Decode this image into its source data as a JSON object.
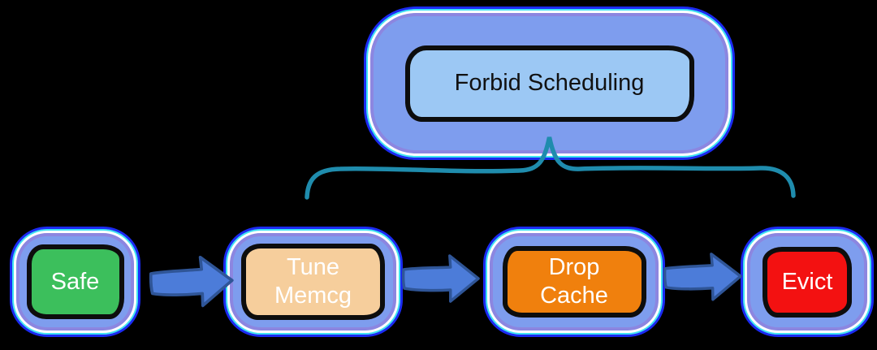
{
  "diagram": {
    "title_box": {
      "label": "Forbid Scheduling",
      "fill": "#9CC8F4"
    },
    "stages": [
      {
        "id": "safe",
        "label": "Safe",
        "fill": "#3CBF5C"
      },
      {
        "id": "tune-memcg",
        "label": "Tune\nMemcg",
        "fill": "#F6CE9C"
      },
      {
        "id": "drop-cache",
        "label": "Drop\nCache",
        "fill": "#F0800D"
      },
      {
        "id": "evict",
        "label": "Evict",
        "fill": "#F31111"
      }
    ],
    "icons": {
      "flow_arrow": "right-block-arrow",
      "brace": "curly-brace-pointing-up"
    },
    "colors": {
      "background": "#000000",
      "outline": "#1B2BF2",
      "ring_cyan": "#3FE3F2",
      "ring_white": "#FFFFFF",
      "ring_violet": "#8C86E0",
      "container_fill": "#7E9DEE",
      "arrow_fill": "#4C7CD9",
      "arrow_stroke": "#2F5597",
      "brace": "#1F8CAD",
      "box_border": "#0D0D0D",
      "title_text": "#111111",
      "stage_text": "#FFFFFF"
    }
  }
}
